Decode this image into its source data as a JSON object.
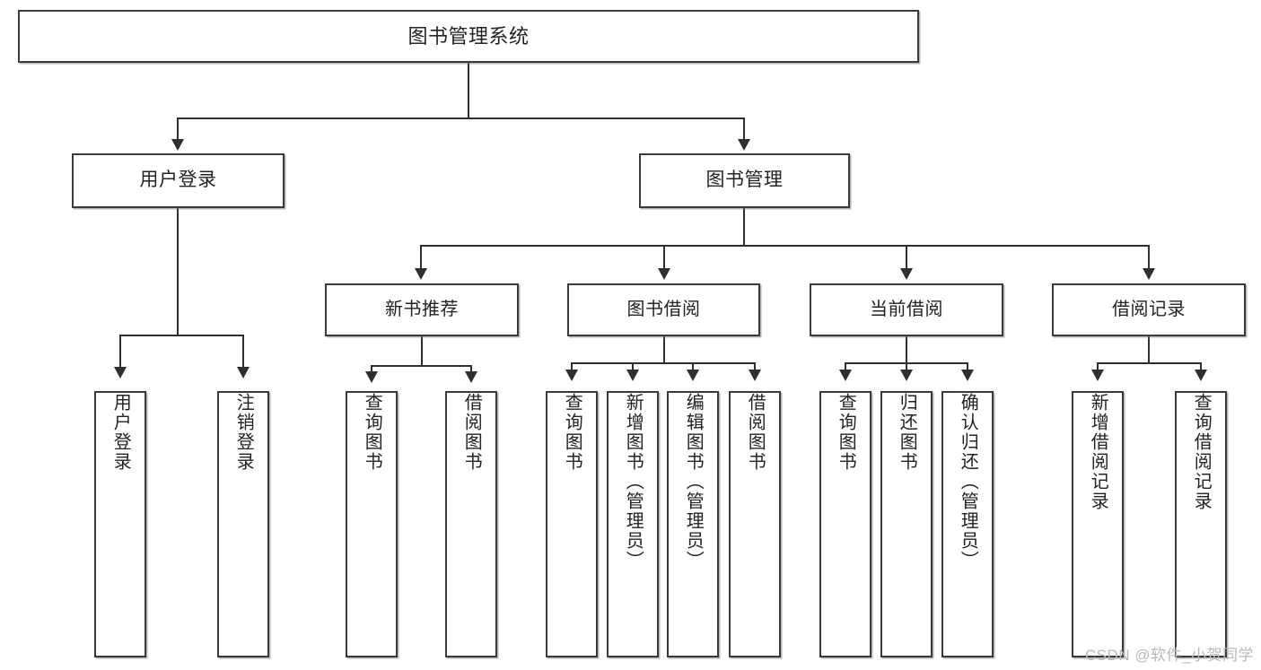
{
  "diagram": {
    "type": "tree-hierarchy-chart",
    "title": "图书管理系统",
    "root": {
      "id": "root",
      "label": "图书管理系统"
    },
    "level1": [
      {
        "id": "user-login",
        "label": "用户登录"
      },
      {
        "id": "book-manage",
        "label": "图书管理"
      }
    ],
    "level2": [
      {
        "id": "new-book-rec",
        "label": "新书推荐",
        "parent": "book-manage"
      },
      {
        "id": "book-borrow",
        "label": "图书借阅",
        "parent": "book-manage"
      },
      {
        "id": "current-borrow",
        "label": "当前借阅",
        "parent": "book-manage"
      },
      {
        "id": "borrow-record",
        "label": "借阅记录",
        "parent": "book-manage"
      }
    ],
    "leaves": [
      {
        "id": "leaf-user-login",
        "label": "用户登录",
        "parent": "user-login"
      },
      {
        "id": "leaf-logout-login",
        "label": "注销登录",
        "parent": "user-login"
      },
      {
        "id": "leaf-query-book-1",
        "label": "查询图书",
        "parent": "new-book-rec"
      },
      {
        "id": "leaf-borrow-book-1",
        "label": "借阅图书",
        "parent": "new-book-rec"
      },
      {
        "id": "leaf-query-book-2",
        "label": "查询图书",
        "parent": "book-borrow"
      },
      {
        "id": "leaf-add-book",
        "label": "新增图书（管理员）",
        "parent": "book-borrow"
      },
      {
        "id": "leaf-edit-book",
        "label": "编辑图书（管理员）",
        "parent": "book-borrow"
      },
      {
        "id": "leaf-borrow-book-2",
        "label": "借阅图书",
        "parent": "book-borrow"
      },
      {
        "id": "leaf-query-book-3",
        "label": "查询图书",
        "parent": "current-borrow"
      },
      {
        "id": "leaf-return-book",
        "label": "归还图书",
        "parent": "current-borrow"
      },
      {
        "id": "leaf-confirm-return",
        "label": "确认归还（管理员）",
        "parent": "current-borrow"
      },
      {
        "id": "leaf-add-record",
        "label": "新增借阅记录",
        "parent": "borrow-record"
      },
      {
        "id": "leaf-query-record",
        "label": "查询借阅记录",
        "parent": "borrow-record"
      }
    ],
    "colors": {
      "box_border": "#3a3a3a",
      "connector": "#2f2f2f",
      "text": "#232323",
      "background": "#ffffff",
      "watermark": "#b9b9b9"
    }
  },
  "watermark": {
    "text": "CSDN @软件_小贺同学"
  }
}
